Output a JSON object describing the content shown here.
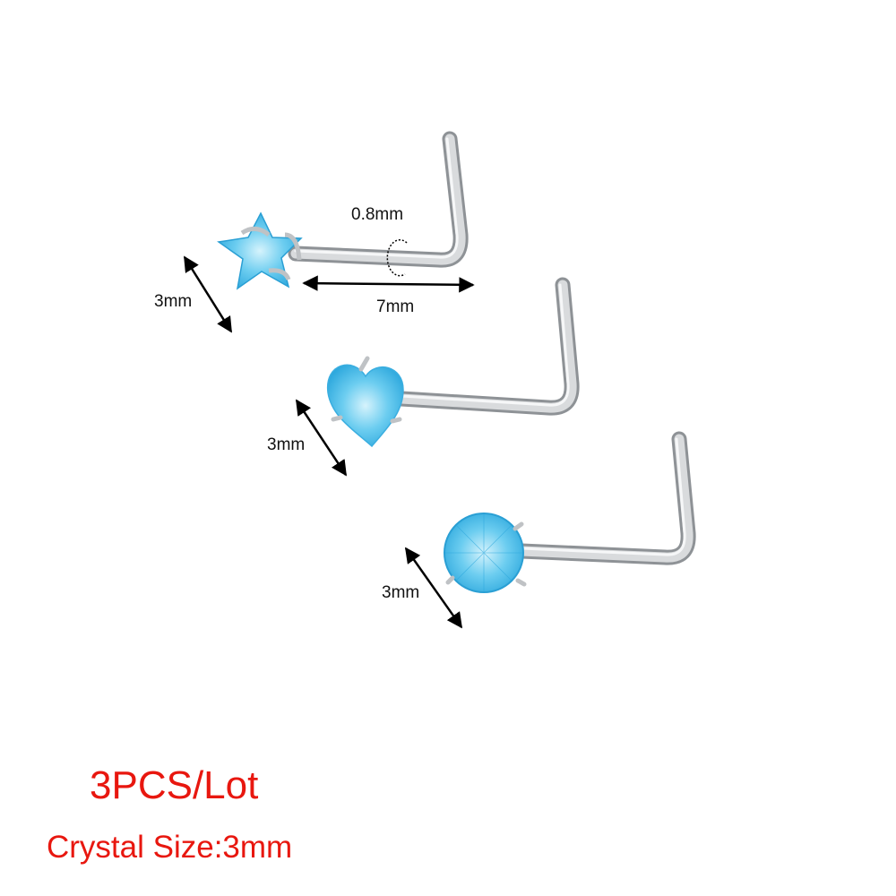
{
  "product": {
    "items": [
      {
        "shape": "star",
        "size_label": "3mm"
      },
      {
        "shape": "heart",
        "size_label": "3mm"
      },
      {
        "shape": "round",
        "size_label": "3mm"
      }
    ],
    "gauge_label": "0.8mm",
    "length_label": "7mm"
  },
  "promo": {
    "quantity": "3PCS/Lot",
    "crystal_size": "Crystal Size:3mm"
  },
  "colors": {
    "crystal": "#3fb7e8",
    "crystal_light": "#a9e3f7",
    "metal": "#c9cbcd",
    "promo_text": "#e8170f"
  }
}
